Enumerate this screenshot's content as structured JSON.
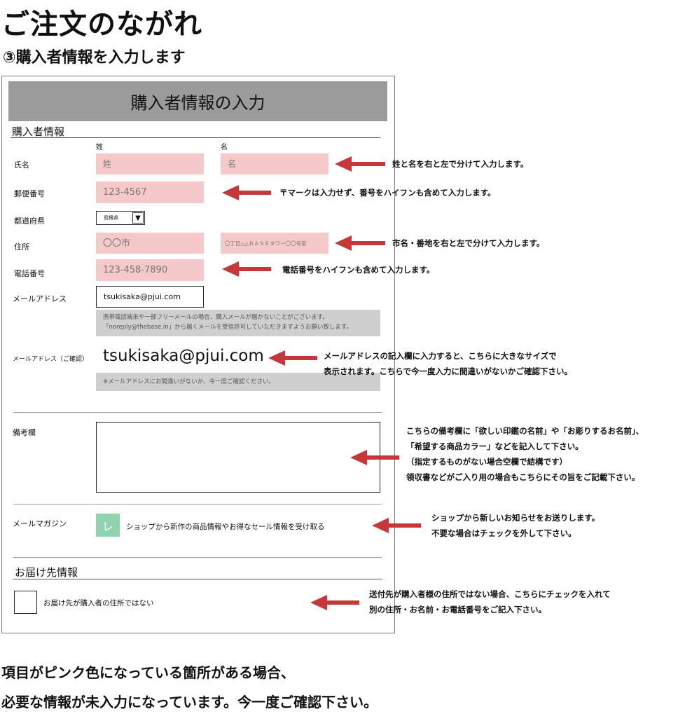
{
  "page": {
    "title": "ご注文のながれ",
    "step": "③購入者情報を入力します"
  },
  "form": {
    "header": "購入者情報の入力",
    "buyer_section": "購入者情報",
    "col_last": "姓",
    "col_first": "名",
    "name_label": "氏名",
    "last_placeholder": "姓",
    "first_placeholder": "名",
    "postal_label": "郵便番号",
    "postal_placeholder": "123-4567",
    "prefecture_label": "都道府県",
    "prefecture_value": "島根県",
    "address_label": "住所",
    "city_placeholder": "〇〇市",
    "street_placeholder": "〇丁目△△ＢＡＳＥタワー〇〇号室",
    "phone_label": "電話番号",
    "phone_placeholder": "123-458-7890",
    "email_label": "メールアドレス",
    "email_value": "tsukisaka@pjui.com",
    "email_note_1": "携帯電話端末や一部フリーメールの場合、購入メールが届かないことがございます。",
    "email_note_2": "「noreply@thebase.in」から届くメールを受信許可していただきますようお願い致します。",
    "email_confirm_label": "メールアドレス（ご確認）",
    "email_confirm_value": "tsukisaka@pjui.com",
    "email_confirm_note": "※メールアドレスにお間違いがないか、今一度ご確認ください。",
    "remarks_label": "備考欄",
    "magazine_label": "メールマガジン",
    "magazine_check": "レ",
    "magazine_text": "ショップから新作の商品情報やお得なセール情報を受け取る",
    "delivery_section": "お届け先情報",
    "delivery_check_text": "お届け先が購入者の住所ではない"
  },
  "notes": {
    "name": "姓と名を右と左で分けて入力します。",
    "postal": "〒マークは入力せず、番号をハイフンも含めて入力します。",
    "address": "市名・番地を右と左で分けて入力します。",
    "phone": "電話番号をハイフンも含めて入力します。",
    "email_1": "メールアドレスの記入欄に入力すると、こちらに大きなサイズで",
    "email_2": "表示されます。こちらで今一度入力に間違いがないかご確認下さい。",
    "remarks_1": "こちらの備考欄に「欲しい印鑑の名前」や「お彫りするお名前」、",
    "remarks_2": "「希望する商品カラー」などを記入して下さい。",
    "remarks_3": "（指定するものがない場合空欄で結構です）",
    "remarks_4": "領収書などがご入り用の場合もこちらにその旨をご記載下さい。",
    "magazine_1": "ショップから新しいお知らせをお送りします。",
    "magazine_2": "不要な場合はチェックを外して下さい。",
    "delivery_1": "送付先が購入者様の住所ではない場合、こちらにチェックを入れて",
    "delivery_2": "別の住所・お名前・お電話番号をご記入下さい。"
  },
  "footer": {
    "line_1": "項目がピンク色になっている箇所がある場合、",
    "line_2": "必要な情報が未入力になっています。今一度ご確認下さい。"
  },
  "colors": {
    "required_pink": "#f5c9c9",
    "arrow_red": "#c6373a",
    "check_green": "#8fd3b0",
    "header_gray": "#9b9b9b"
  }
}
